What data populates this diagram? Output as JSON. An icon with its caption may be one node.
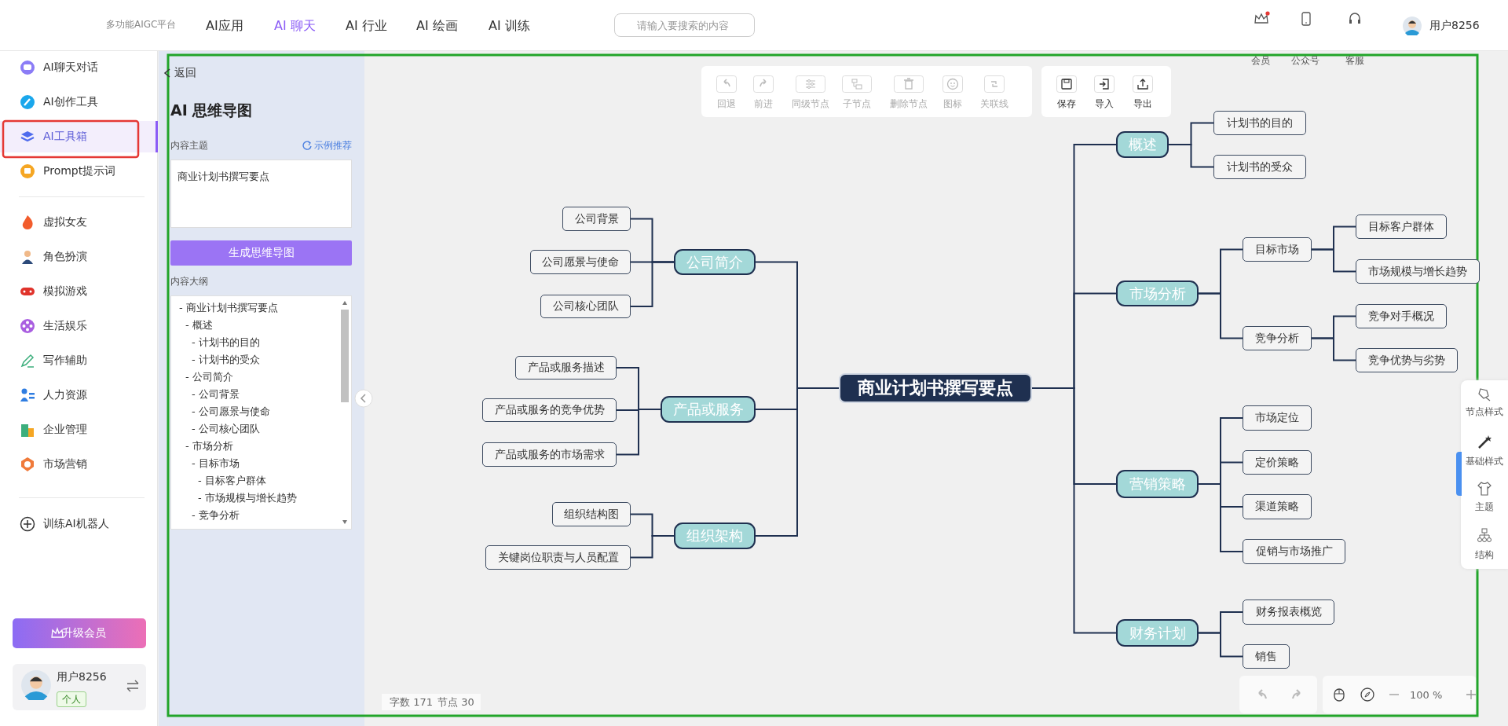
{
  "diagram": {
    "nodes": [
      {
        "text": [
          "商业计划书撰写要点"
        ]
      },
      {
        "text": [
          "公司简介"
        ]
      },
      {
        "text": [
          "公司背景"
        ]
      },
      {
        "text": [
          "公司愿景与使命"
        ]
      },
      {
        "text": [
          "公司核心团队"
        ]
      },
      {
        "text": [
          "产品或服务"
        ]
      },
      {
        "text": [
          "产品或服务描述"
        ]
      },
      {
        "text": [
          "产品或服务的竞争优势"
        ]
      },
      {
        "text": [
          "产品或服务的市场需求"
        ]
      },
      {
        "text": [
          "组织架构"
        ]
      },
      {
        "text": [
          "组织结构图"
        ]
      },
      {
        "text": [
          "关键岗位职责与人员配置"
        ]
      },
      {
        "text": [
          "概述"
        ]
      },
      {
        "text": [
          "计划书的目的"
        ]
      },
      {
        "text": [
          "计划书的受众"
        ]
      },
      {
        "text": [
          "市场分析"
        ]
      },
      {
        "text": [
          "目标市场"
        ]
      },
      {
        "text": [
          "目标客户群体"
        ]
      },
      {
        "text": [
          "市场规模与增长趋势"
        ]
      },
      {
        "text": [
          "竞争分析"
        ]
      },
      {
        "text": [
          "竞争对手概况"
        ]
      },
      {
        "text": [
          "竞争优势与劣势"
        ]
      },
      {
        "text": [
          "营销策略"
        ]
      },
      {
        "text": [
          "市场定位"
        ]
      },
      {
        "text": [
          "定价策略"
        ]
      },
      {
        "text": [
          "渠道策略"
        ]
      },
      {
        "text": [
          "促销与市场推广"
        ]
      },
      {
        "text": [
          "财务计划"
        ]
      },
      {
        "text": [
          "财务报表概览"
        ]
      },
      {
        "text": [
          "销售"
        ]
      }
    ],
    "edges": [
      {
        "from": 0,
        "to": 1,
        "arrow": "none"
      },
      {
        "from": 1,
        "to": 2,
        "arrow": "none"
      },
      {
        "from": 1,
        "to": 3,
        "arrow": "none"
      },
      {
        "from": 1,
        "to": 4,
        "arrow": "none"
      },
      {
        "from": 0,
        "to": 5,
        "arrow": "none"
      },
      {
        "from": 5,
        "to": 6,
        "arrow": "none"
      },
      {
        "from": 5,
        "to": 7,
        "arrow": "none"
      },
      {
        "from": 5,
        "to": 8,
        "arrow": "none"
      },
      {
        "from": 0,
        "to": 9,
        "arrow": "none"
      },
      {
        "from": 9,
        "to": 10,
        "arrow": "none"
      },
      {
        "from": 9,
        "to": 11,
        "arrow": "none"
      },
      {
        "from": 0,
        "to": 12,
        "arrow": "none"
      },
      {
        "from": 12,
        "to": 13,
        "arrow": "none"
      },
      {
        "from": 12,
        "to": 14,
        "arrow": "none"
      },
      {
        "from": 0,
        "to": 15,
        "arrow": "none"
      },
      {
        "from": 15,
        "to": 16,
        "arrow": "none"
      },
      {
        "from": 16,
        "to": 17,
        "arrow": "none"
      },
      {
        "from": 16,
        "to": 18,
        "arrow": "none"
      },
      {
        "from": 15,
        "to": 19,
        "arrow": "none"
      },
      {
        "from": 19,
        "to": 20,
        "arrow": "none"
      },
      {
        "from": 19,
        "to": 21,
        "arrow": "none"
      },
      {
        "from": 0,
        "to": 22,
        "arrow": "none"
      },
      {
        "from": 22,
        "to": 23,
        "arrow": "none"
      },
      {
        "from": 22,
        "to": 24,
        "arrow": "none"
      },
      {
        "from": 22,
        "to": 25,
        "arrow": "none"
      },
      {
        "from": 22,
        "to": 26,
        "arrow": "none"
      },
      {
        "from": 0,
        "to": 27,
        "arrow": "none"
      },
      {
        "from": 27,
        "to": 28,
        "arrow": "none"
      },
      {
        "from": 27,
        "to": 29,
        "arrow": "none"
      }
    ],
    "labels": [
      "多功能AIGC平台",
      "AI应用",
      "AI 聊天",
      "AI 行业",
      "AI 绘画",
      "AI 训练",
      "请输入要搜索的内容",
      "会员",
      "公众号",
      "客服",
      "用户8256",
      "AI聊天对话",
      "AI创作工具",
      "AI工具箱",
      "Prompt提示词",
      "虚拟女友",
      "角色扮演",
      "模拟游戏",
      "生活娱乐",
      "写作辅助",
      "人力资源",
      "企业管理",
      "市场营销",
      "训练AI机器人",
      "升级会员",
      "用户8256",
      "个人",
      "返回",
      "AI 思维导图",
      "内容主题",
      "示例推荐",
      "商业计划书撰写要点",
      "生成思维导图",
      "内容大纲",
      "- 商业计划书撰写要点",
      "- 概述",
      "- 计划书的目的",
      "- 计划书的受众",
      "- 公司简介",
      "- 公司背景",
      "- 公司愿景与使命",
      "- 公司核心团队",
      "- 市场分析",
      "- 目标市场",
      "- 目标客户群体",
      "- 市场规模与增长趋势",
      "- 竞争分析",
      "回退",
      "前进",
      "同级节点",
      "子节点",
      "删除节点",
      "图标",
      "关联线",
      "保存",
      "导入",
      "导出",
      "节点样式",
      "基础样式",
      "主题",
      "结构",
      "字数 171",
      "节点 30",
      "100 %"
    ]
  }
}
